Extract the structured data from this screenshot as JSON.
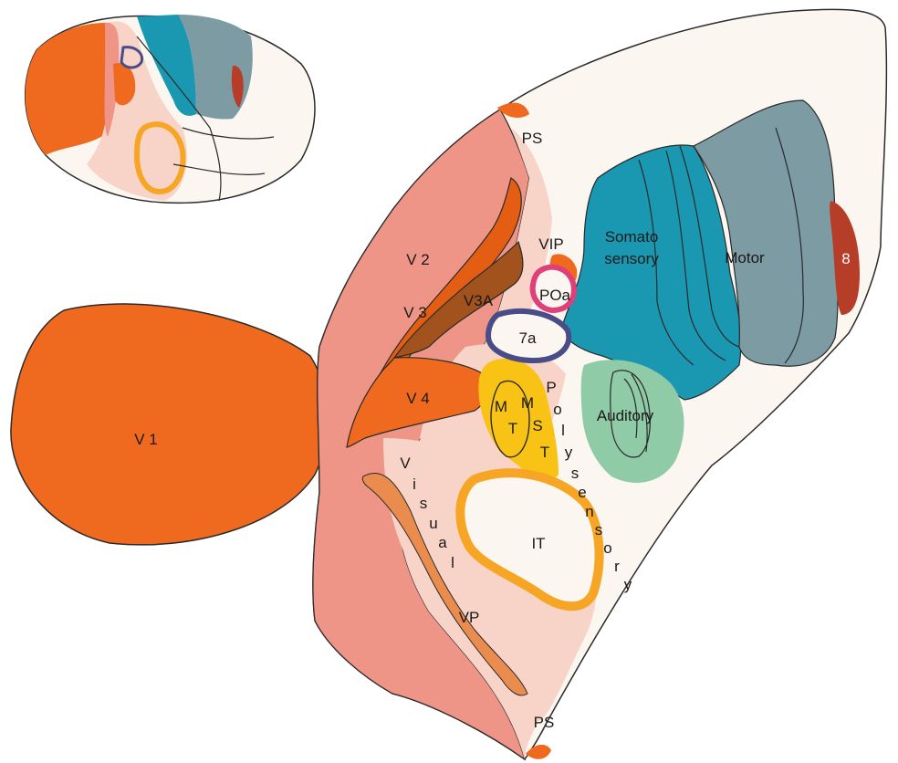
{
  "colors": {
    "v1_orange": "#ef6a1f",
    "visual_pink": "#ee9587",
    "light_pink": "#f8d3c7",
    "cream": "#fbf6ef",
    "v3a_brown": "#a2521d",
    "somatosensory_blue": "#1a98b2",
    "motor_gray": "#7c9ba3",
    "auditory_green": "#8ecba6",
    "mt_yellow": "#f9c316",
    "it_ring": "#f6a524",
    "vp_band": "#ea8c4e",
    "seven_a_ring": "#4a4c88",
    "poa_ring": "#e0407a",
    "area8_red": "#b63d27",
    "outline": "#2a2a2a"
  },
  "labels": {
    "v1": "V 1",
    "v2": "V 2",
    "v3": "V 3",
    "v3a": "V3A",
    "v4": "V 4",
    "vip": "VIP",
    "poa": "POa",
    "seven_a": "7a",
    "mt_m": "M",
    "mt_t": "T",
    "mst_m": "M",
    "mst_s": "S",
    "mst_t": "T",
    "somato_line1": "Somato",
    "somato_line2": "sensory",
    "motor": "Motor",
    "area8": "8",
    "auditory": "Auditory",
    "it": "IT",
    "vp": "VP",
    "ps_top": "PS",
    "ps_bottom": "PS",
    "visual_letters": [
      "V",
      "i",
      "s",
      "u",
      "a",
      "l"
    ],
    "polysensory_letters": [
      "P",
      "o",
      "l",
      "y",
      "s",
      "e",
      "n",
      "s",
      "o",
      "r",
      "y"
    ]
  }
}
